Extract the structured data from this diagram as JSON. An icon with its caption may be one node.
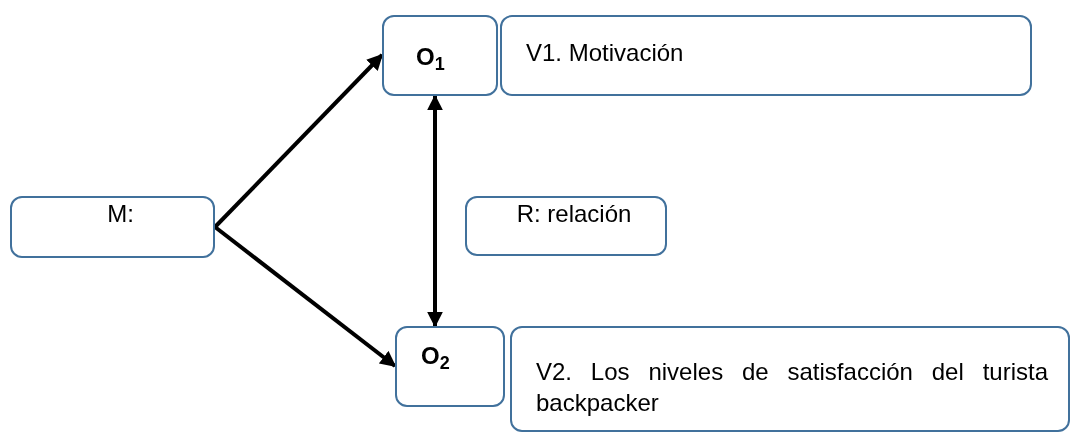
{
  "diagram": {
    "nodes": [
      {
        "text": [
          "M:"
        ]
      },
      {
        "text": [
          "O$_{1}$"
        ]
      },
      {
        "text": [
          "V1. Motivación"
        ]
      },
      {
        "text": [
          "R: relación"
        ]
      },
      {
        "text": [
          "O$_{2}$"
        ]
      },
      {
        "text": [
          "V2. Los niveles de satisfacción del turista backpacker"
        ]
      }
    ],
    "edges": [
      {
        "from": 0,
        "to": 1,
        "arrow": "to"
      },
      {
        "from": 0,
        "to": 4,
        "arrow": "to"
      },
      {
        "from": 1,
        "to": 4,
        "arrow": "both"
      }
    ]
  }
}
